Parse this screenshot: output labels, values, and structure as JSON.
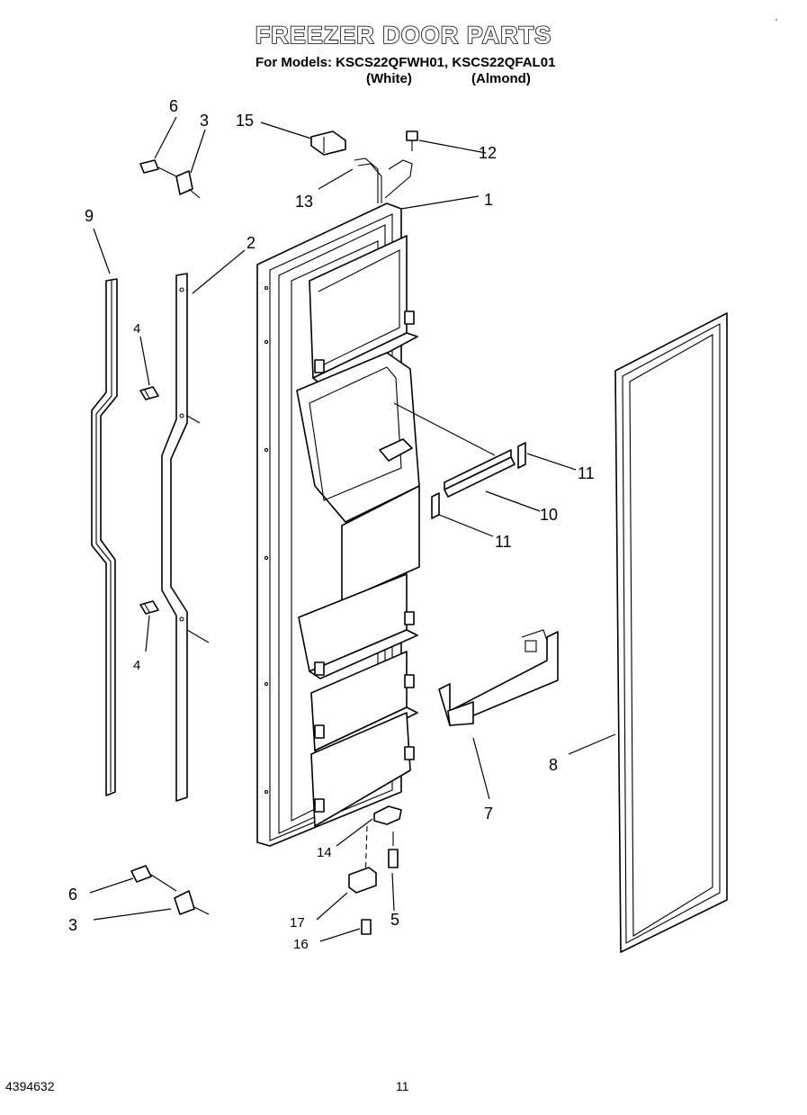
{
  "header": {
    "title": "FREEZER DOOR PARTS",
    "models": "For Models: KSCS22QFWH01, KSCS22QFAL01",
    "variant_white": "(White)",
    "variant_almond": "(Almond)"
  },
  "corner_mark": "·",
  "footer": {
    "code": "4394632",
    "page": "11"
  },
  "callouts": {
    "c1": "1",
    "c2": "2",
    "c3_top": "3",
    "c3_bottom": "3",
    "c4_top": "4",
    "c4_bottom": "4",
    "c5": "5",
    "c6_top": "6",
    "c6_bottom": "6",
    "c7": "7",
    "c8": "8",
    "c9": "9",
    "c10": "10",
    "c11_top": "11",
    "c11_bottom": "11",
    "c12": "12",
    "c13": "13",
    "c14": "14",
    "c15": "15",
    "c16": "16",
    "c17": "17"
  }
}
